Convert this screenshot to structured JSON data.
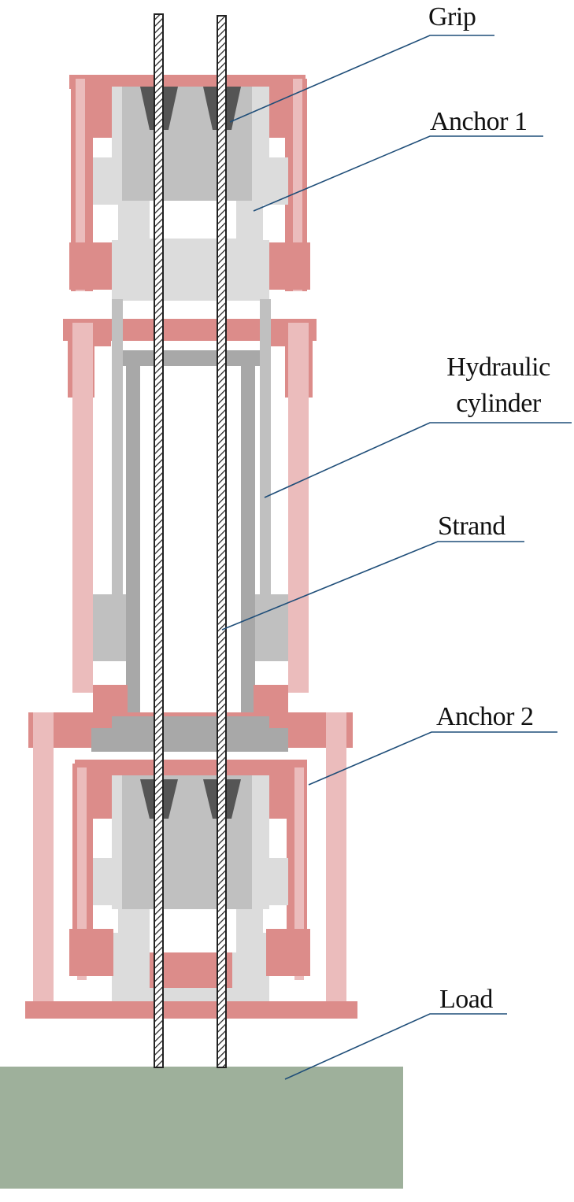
{
  "labels": {
    "grip": "Grip",
    "anchor1": "Anchor 1",
    "hydraulic_line1": "Hydraulic",
    "hydraulic_line2": "cylinder",
    "strand": "Strand",
    "anchor2": "Anchor 2",
    "load": "Load"
  },
  "colors": {
    "anchor_frame": "#dc8c8a",
    "anchor_frame_light": "#ebbcbc",
    "grip_body": "#c0c0c0",
    "grip_light": "#dcdcdc",
    "wedge": "#555555",
    "cylinder": "#a8a8a8",
    "strand": "#222222",
    "load": "#9eb09b",
    "leader_line": "#1f4e79"
  }
}
